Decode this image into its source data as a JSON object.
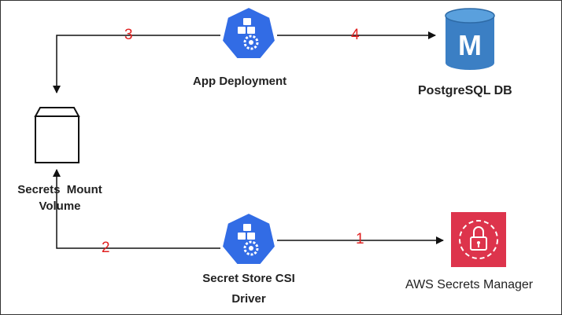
{
  "nodes": {
    "app_deployment": {
      "label": "App Deployment",
      "icon": "kubernetes-deployment-icon"
    },
    "postgres": {
      "label": "PostgreSQL DB",
      "icon_letter": "M",
      "icon": "rds-database-icon"
    },
    "secrets_volume": {
      "label_line1": "Secrets  Mount",
      "label_line2": "Volume",
      "icon": "volume-box-icon"
    },
    "csi_driver": {
      "label_line1": "Secret Store CSI",
      "label_line2": "Driver",
      "icon": "kubernetes-pod-icon"
    },
    "aws_secrets_manager": {
      "label": "AWS Secrets Manager",
      "icon": "secrets-manager-icon"
    }
  },
  "steps": {
    "s1": "1",
    "s2": "2",
    "s3": "3",
    "s4": "4"
  },
  "colors": {
    "k8s_blue": "#326ce5",
    "db_blue": "#3b7fc4",
    "aws_red": "#dd344c",
    "step_red": "#e02020"
  }
}
